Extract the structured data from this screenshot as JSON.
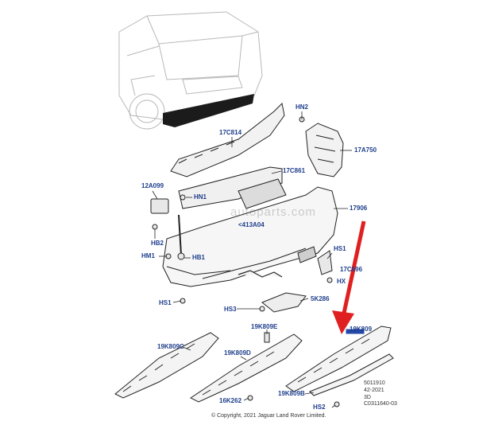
{
  "callouts": {
    "hn2": "HN2",
    "c17c814": "17C814",
    "c17a750": "17A750",
    "c17c861": "17C861",
    "c12a099": "12A099",
    "hn1": "HN1",
    "c17906": "17906",
    "c413a04": "<413A04",
    "hb2": "HB2",
    "hs1_right": "HS1",
    "hm1": "HM1",
    "hb1": "HB1",
    "c17c696": "17C696",
    "hx": "HX",
    "hs1_left": "HS1",
    "hs3": "HS3",
    "c5k286": "5K286",
    "c19k809e": "19K809E",
    "c19k809c": "19K809C",
    "c19k809d": "19K809D",
    "c19k809": "19K809",
    "c16k262": "16K262",
    "c19k809b": "19K809B",
    "hs2": "HS2"
  },
  "meta": {
    "line1": "5011910",
    "line2": "42-2021",
    "line3": "3D",
    "line4": "C0311640-03"
  },
  "copyright": "© Copyright, 2021 Jaguar Land Rover Limited.",
  "watermark": "autoparts.com",
  "colors": {
    "callout": "#1f3e8c",
    "arrow": "#e02020",
    "line": "#222222"
  }
}
